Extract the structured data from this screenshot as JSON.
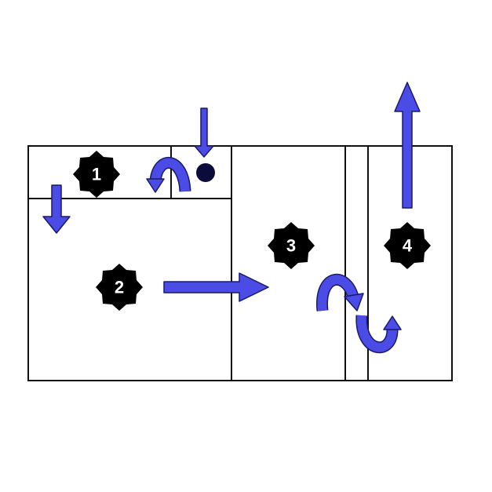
{
  "diagram": {
    "markers": [
      {
        "label": "1"
      },
      {
        "label": "2"
      },
      {
        "label": "3"
      },
      {
        "label": "4"
      }
    ],
    "colors": {
      "arrow": "#4b4be6",
      "marker": "#000000",
      "outline": "#111111"
    }
  }
}
